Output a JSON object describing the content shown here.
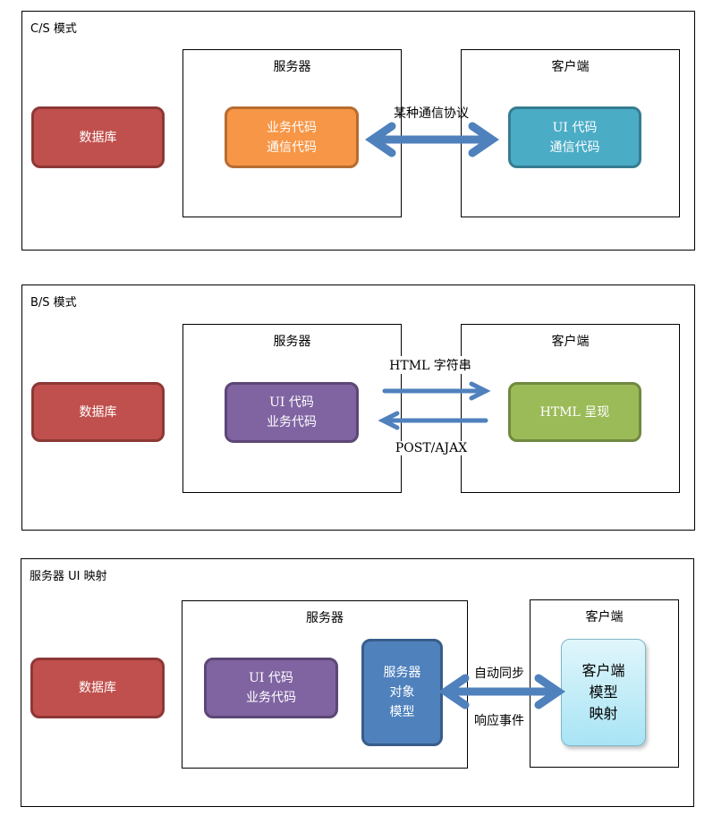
{
  "colors": {
    "db_fill": "#c0504d",
    "db_border": "#8c3836",
    "orange_fill": "#f79646",
    "orange_border": "#b66d31",
    "teal_fill": "#4bacc6",
    "teal_border": "#357d91",
    "purple_fill": "#8064a2",
    "purple_border": "#5c4776",
    "green_fill": "#9bbb59",
    "green_border": "#71893f",
    "blue_fill": "#4f81bd",
    "blue_border": "#385d8a",
    "lightblue_fill_top": "#e0f6fb",
    "lightblue_fill_bottom": "#a8e4f5",
    "lightblue_border": "#7fb7c8",
    "arrow": "#4f81bd"
  },
  "cs": {
    "title": "C/S  模式",
    "database": "数据库",
    "server_title": "服务器",
    "server_node": [
      "业务代码",
      "通信代码"
    ],
    "client_title": "客户端",
    "client_node": [
      "UI 代码",
      "通信代码"
    ],
    "arrow_label": "某种通信协议"
  },
  "bs": {
    "title": "B/S  模式",
    "database": "数据库",
    "server_title": "服务器",
    "server_node": [
      "UI 代码",
      "业务代码"
    ],
    "client_title": "客户端",
    "client_node": [
      "HTML 呈现"
    ],
    "arrow_top_label": "HTML 字符串",
    "arrow_bottom_label": "POST/AJAX"
  },
  "sm": {
    "title": "服务器 UI 映射",
    "database": "数据库",
    "server_title": "服务器",
    "server_node": [
      "UI 代码",
      "业务代码"
    ],
    "object_model": [
      "服务器",
      "对象",
      "模型"
    ],
    "client_title": "客户端",
    "client_node": [
      "客户端",
      "模型",
      "映射"
    ],
    "arrow_top_label": "自动同步",
    "arrow_bottom_label": "响应事件"
  }
}
